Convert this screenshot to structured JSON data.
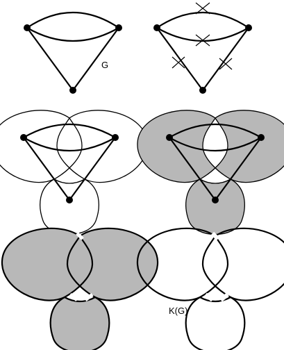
{
  "labels": {
    "graph": "G",
    "knot": "K(G)"
  },
  "colors": {
    "ink": "#000000",
    "shade": "#b8b8b8",
    "background": "#ffffff"
  },
  "panels": [
    {
      "id": "graph-g",
      "description_hidden": true
    },
    {
      "id": "graph-with-medial-marks"
    },
    {
      "id": "graph-with-medial-curve"
    },
    {
      "id": "graph-with-shaded-curve"
    },
    {
      "id": "shaded-knot-diagram"
    },
    {
      "id": "knot-diagram"
    }
  ]
}
